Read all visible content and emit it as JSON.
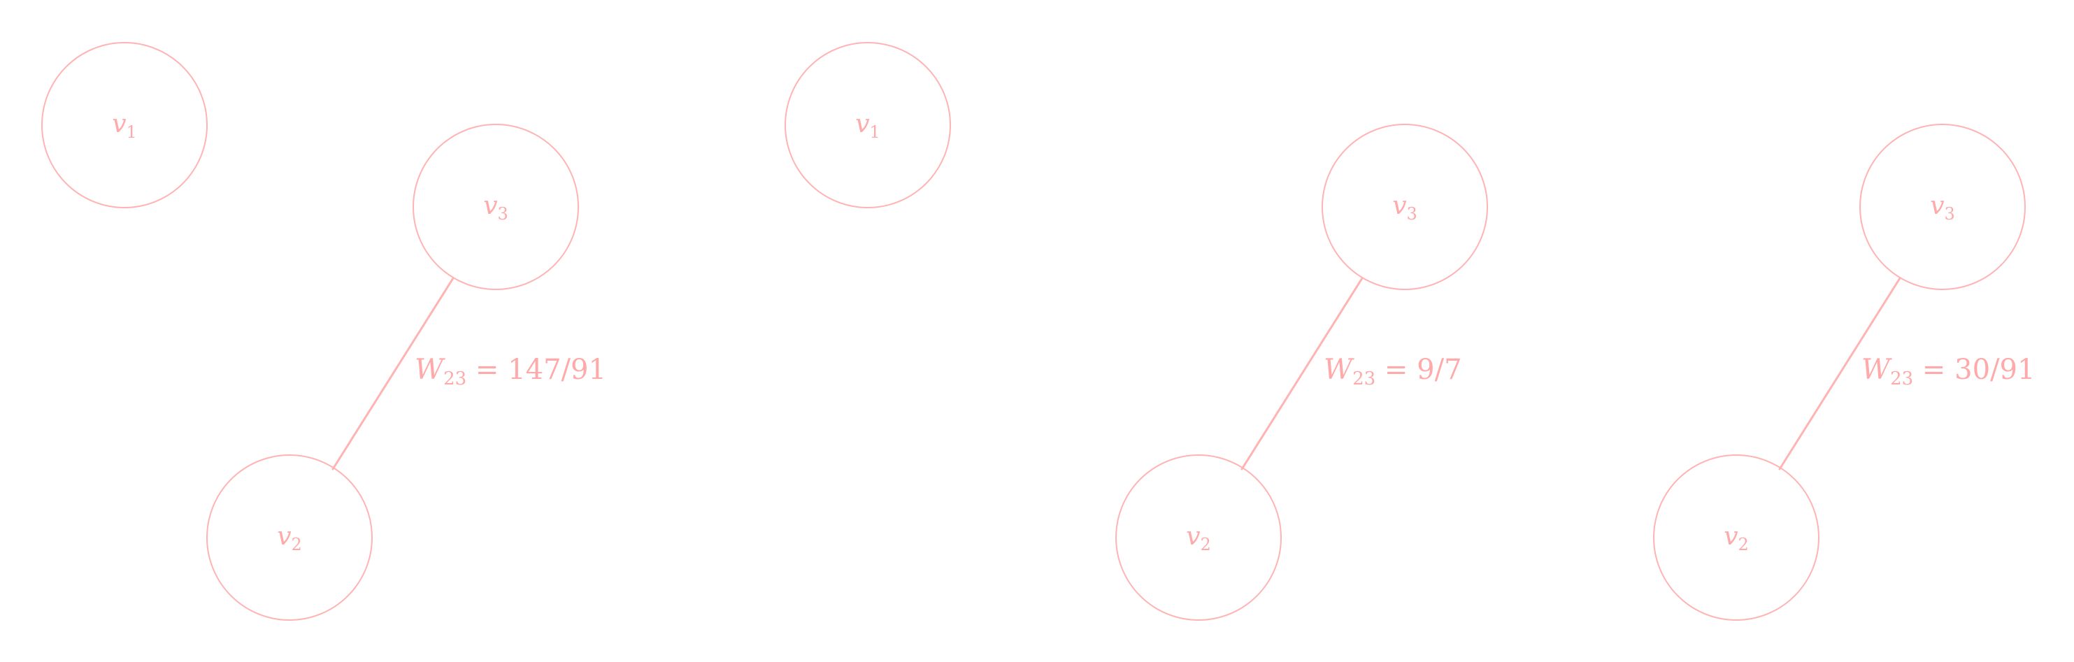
{
  "colors": {
    "accent": "#ffb3b3",
    "text": "#ffaaaa"
  },
  "graphs": [
    {
      "nodes": [
        {
          "name": "v",
          "sub": "1"
        },
        {
          "name": "v",
          "sub": "3"
        },
        {
          "name": "v",
          "sub": "2"
        }
      ],
      "edge_label": {
        "w": "W",
        "sub": "23",
        "rhs": " = 147/91"
      }
    },
    {
      "nodes": [
        {
          "name": "v",
          "sub": "1"
        }
      ]
    },
    {
      "nodes": [
        {
          "name": "v",
          "sub": "3"
        },
        {
          "name": "v",
          "sub": "2"
        }
      ],
      "edge_label": {
        "w": "W",
        "sub": "23",
        "rhs": " = 9/7"
      }
    },
    {
      "nodes": [
        {
          "name": "v",
          "sub": "3"
        },
        {
          "name": "v",
          "sub": "2"
        }
      ],
      "edge_label": {
        "w": "W",
        "sub": "23",
        "rhs": " = 30/91"
      }
    }
  ]
}
